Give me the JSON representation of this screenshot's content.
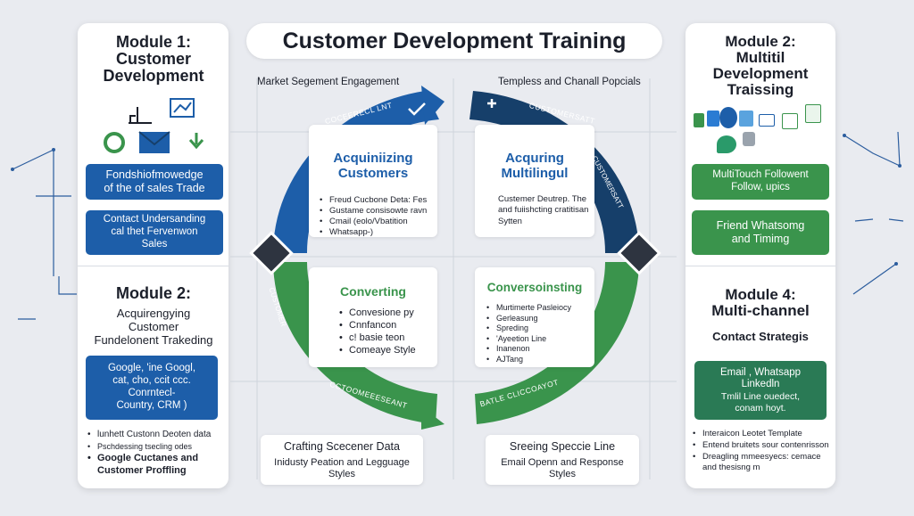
{
  "title": "Customer Development Training",
  "colors": {
    "blue": "#1d5ea9",
    "dark_blue": "#163f6a",
    "green": "#3a944c",
    "teal": "#2a7a55",
    "navy": "#1b3a5c"
  },
  "left_panel": {
    "module1": {
      "title_line1": "Module 1:",
      "title_line2": "Customer",
      "title_line3": "Development",
      "box1_line1": "Fondshiofmowedge",
      "box1_line2": "of the of sales Trade",
      "box2_line1": "Contact Undersanding",
      "box2_line2": "cal thet Fervenwon",
      "box2_line3": "Sales"
    },
    "module2": {
      "title": "Module 2:",
      "sub_line1": "Acquirengying",
      "sub_line2": "Customer",
      "sub_line3": "Fundelonent Trakeding",
      "box_line1": "Google, 'ine Googl,",
      "box_line2": "cat, cho, ccit ccc.",
      "box_line3": "Conrntecl-",
      "box_line4": "Country, CRM )",
      "bullets": [
        "lunhett Custonn Deoten data",
        "Pschdessing tsecling odes",
        "Google Cuctanes and"
      ],
      "bullet_cont": "Customer Proffling"
    }
  },
  "right_panel": {
    "module2": {
      "title_line1": "Module 2:",
      "title_line2": "Multitil",
      "title_line3": "Development",
      "title_line4": "Traissing",
      "box1_line1": "MultiTouch Followent",
      "box1_line2": "Follow, upics",
      "box2_line1": "Friend Whatsomg",
      "box2_line2": "and Timimg"
    },
    "module4": {
      "title_line1": "Module 4:",
      "title_line2": "Multi-channel",
      "sub": "Contact Strategis",
      "box_line1": "Email , Whatsapp",
      "box_line2": "Linkedln",
      "box_line3": "Tmlil Line ouedect,",
      "box_line4": "conam hoyt.",
      "bullets": [
        "Interaicon Leotet Template",
        "Entend bruitets sour contenrisson",
        "Dreagling mmeesyecs: cemace"
      ],
      "bullet_cont": "and thesisng m"
    }
  },
  "center": {
    "subhead_left": "Market Segement Engagement",
    "subhead_right": "Templess and Chanall Popcials",
    "ring_labels": {
      "top_left": "COCEERECL LNT",
      "top_right": "CUSTOMERSATT",
      "right_mid": "CUSTOMERSATT",
      "left_mid": "CUSTOMER",
      "bottom_left": "CCTOOMEEESEANT",
      "bottom_right": "BATLE CLICCOAYOT"
    },
    "q1": {
      "title_line1": "Acquiniizing",
      "title_line2": "Customers",
      "bullets": [
        "Freud Cucbone Deta: Fes",
        "Gustame consisowte ravn",
        "Cmail (eolo/Vbatition",
        "Whatsapp-)"
      ]
    },
    "q2": {
      "title_line1": "Acquring",
      "title_line2": "Multilingul",
      "text_line1": "Custemer Deutrep. The",
      "text_line2": "and fuiishcting cratitisan",
      "text_line3": "Sytten"
    },
    "q3": {
      "title": "Converting",
      "bullets": [
        "Convesione py",
        "Cnnfancon",
        "c! basie teon",
        "Comeaye Style"
      ]
    },
    "q4": {
      "title": "Conversoinsting",
      "bullets": [
        "Murtimerte Pasleiocy",
        "Gerleasung",
        "Spreding",
        "'Ayeetion Line",
        "Inanenon",
        "AJTang"
      ]
    },
    "bottom_left": {
      "line1": "Crafting Scecener Data",
      "line2": "Inidusty Peation and Legguage",
      "line3": "Styles"
    },
    "bottom_right": {
      "line1": "Sreeing Speccie Line",
      "line2": "Email Openn and Response",
      "line3": "Styles"
    }
  }
}
